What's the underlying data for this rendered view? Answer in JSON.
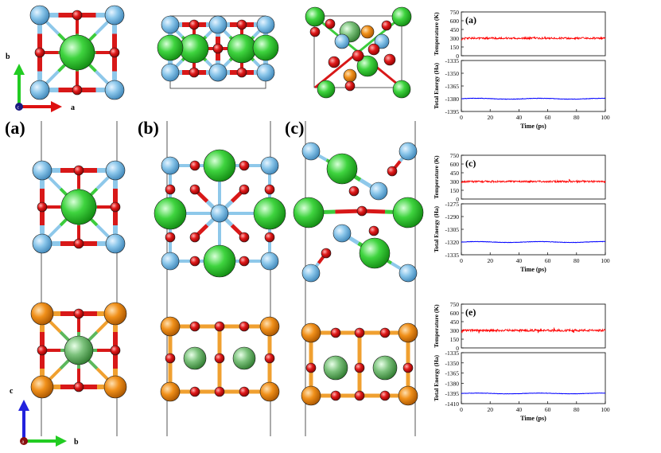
{
  "figure": {
    "structure_labels": [
      "(a)",
      "(b)",
      "(c)"
    ],
    "axis_letters": {
      "top": {
        "vertical": "b",
        "horizontal": "a",
        "out": "c"
      },
      "bottom": {
        "vertical": "c",
        "horizontal": "b",
        "out": "a"
      }
    },
    "colors": {
      "blue_atom": "#7fbfe6",
      "green_atom": "#3ccf3c",
      "red_atom": "#e01818",
      "orange_atom": "#f08c14",
      "dark_green_atom": "#6fb56f",
      "temp_line": "#ff0000",
      "energy_line": "#0000ff"
    }
  },
  "chart_data": [
    {
      "type": "line",
      "panel": "(a)",
      "xlabel": "Time (ps)",
      "xlim": [
        0,
        100
      ],
      "xticks": [
        "0",
        "20",
        "40",
        "60",
        "80",
        "100"
      ],
      "temperature": {
        "ylabel": "Temperature (K)",
        "ylim": [
          0,
          750
        ],
        "yticks": [
          "0",
          "150",
          "300",
          "450",
          "600",
          "750"
        ],
        "mean": 300,
        "noise": 15
      },
      "energy": {
        "ylabel": "Total Energy (Ha)",
        "ylim": [
          -1395,
          -1335
        ],
        "yticks": [
          "-1335",
          "-1350",
          "-1365",
          "-1380",
          "-1395"
        ],
        "mean": -1380,
        "noise": 0.5
      }
    },
    {
      "type": "line",
      "panel": "(c)",
      "xlabel": "Time (ps)",
      "xlim": [
        0,
        100
      ],
      "xticks": [
        "0",
        "20",
        "40",
        "60",
        "80",
        "100"
      ],
      "temperature": {
        "ylabel": "Temperature (K)",
        "ylim": [
          0,
          750
        ],
        "yticks": [
          "0",
          "150",
          "300",
          "450",
          "600",
          "750"
        ],
        "mean": 300,
        "noise": 15
      },
      "energy": {
        "ylabel": "Total Energy (Ha)",
        "ylim": [
          -1335,
          -1275
        ],
        "yticks": [
          "-1275",
          "-1290",
          "-1305",
          "-1320",
          "-1335"
        ],
        "mean": -1320,
        "noise": 0.5
      }
    },
    {
      "type": "line",
      "panel": "(e)",
      "xlabel": "Time (ps)",
      "xlim": [
        0,
        100
      ],
      "xticks": [
        "0",
        "20",
        "40",
        "60",
        "80",
        "100"
      ],
      "temperature": {
        "ylabel": "Temperature (K)",
        "ylim": [
          0,
          750
        ],
        "yticks": [
          "0",
          "150",
          "300",
          "450",
          "600",
          "750"
        ],
        "mean": 300,
        "noise": 18
      },
      "energy": {
        "ylabel": "Total Energy (Ha)",
        "ylim": [
          -1410,
          -1335
        ],
        "yticks": [
          "-1335",
          "-1350",
          "-1365",
          "-1380",
          "-1395",
          "-1410"
        ],
        "mean": -1395,
        "noise": 0.5
      }
    }
  ]
}
